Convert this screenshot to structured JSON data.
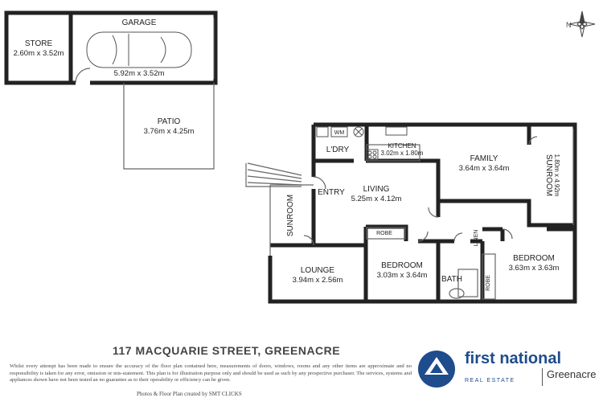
{
  "rooms": {
    "store": {
      "name": "STORE",
      "dims": "2.60m x 3.52m"
    },
    "garage": {
      "name": "GARAGE",
      "dims": "5.92m x 3.52m"
    },
    "patio": {
      "name": "PATIO",
      "dims": "3.76m x 4.25m"
    },
    "laundry": {
      "name": "L'DRY"
    },
    "kitchen": {
      "name": "KITCHEN",
      "dims": "3.02m x 1.80m"
    },
    "family": {
      "name": "FAMILY",
      "dims": "3.64m x 3.64m"
    },
    "sunroom_right": {
      "name": "SUNROOM",
      "dims": "1.80m x 4.92m"
    },
    "entry": {
      "name": "ENTRY"
    },
    "living": {
      "name": "LIVING",
      "dims": "5.25m x 4.12m"
    },
    "sunroom_left": {
      "name": "SUNROOM"
    },
    "lounge": {
      "name": "LOUNGE",
      "dims": "3.94m x 2.56m"
    },
    "bedroom1": {
      "name": "BEDROOM",
      "dims": "3.03m x 3.64m"
    },
    "bath": {
      "name": "BATH"
    },
    "bedroom2": {
      "name": "BEDROOM",
      "dims": "3.63m x 3.63m"
    }
  },
  "fixtures": {
    "wm": "WM",
    "robe_left": "ROBE",
    "robe_right": "ROBE",
    "linen": "LINEN"
  },
  "address": "117 MACQUARIE STREET, GREENACRE",
  "disclaimer": "Whilst every attempt has been made to ensure the accuracy of the floor plan contained here, measurements of doors, windows, rooms and any other items are approximate and no responsibility is taken for any error, omission or mis-statement. This plan is for illustration purpose only and should be used as such by any prospective purchaser. The services, systems and appliances shown have not been tested an no guarantee as to their operability or efficiency can be given.",
  "credit": "Photos & Floor Plan created by SMT CLICKS",
  "logo": {
    "brand": "first national",
    "subtitle": "REAL ESTATE",
    "office": "Greenacre",
    "color": "#1e4c8c"
  }
}
